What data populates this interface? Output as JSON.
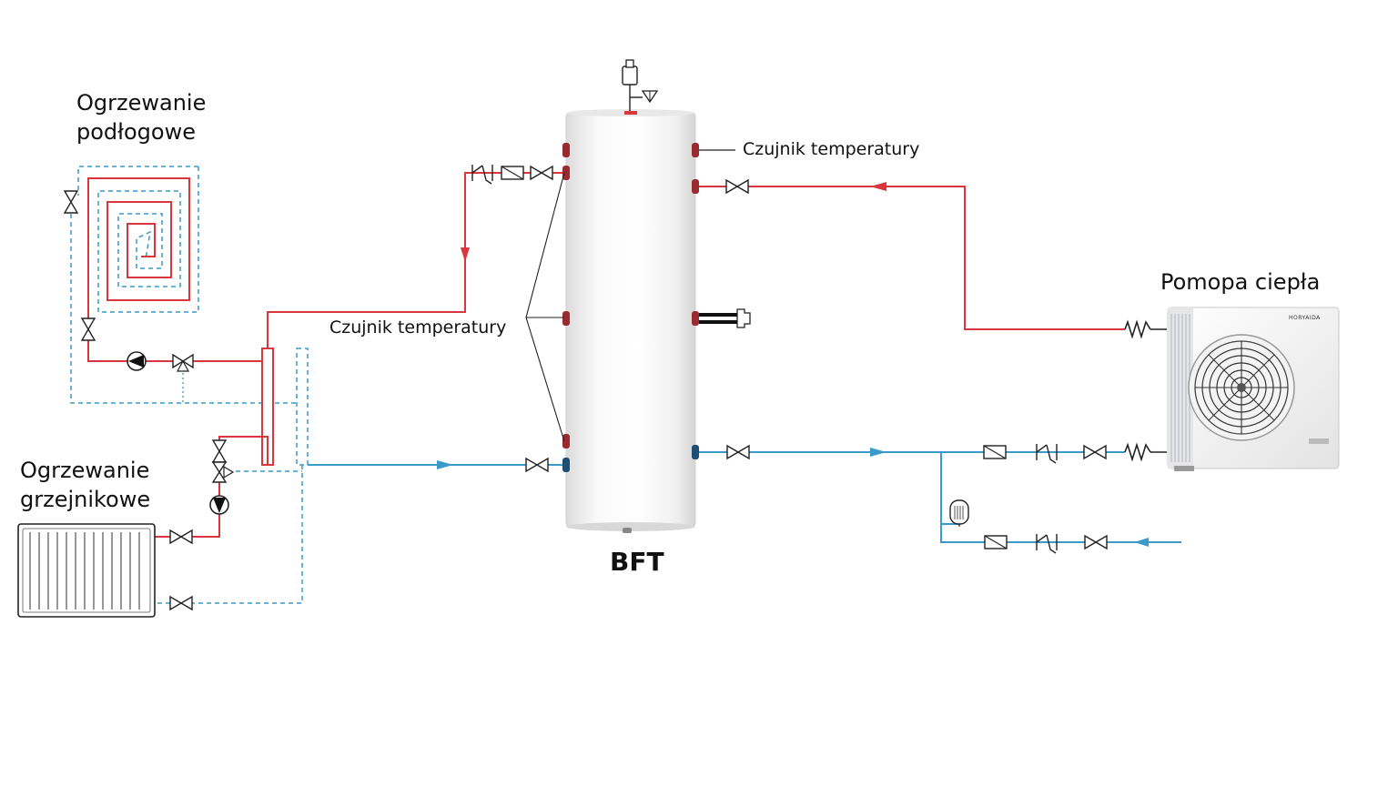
{
  "labels": {
    "floor_heating_line1": "Ogrzewanie",
    "floor_heating_line2": "podłogowe",
    "radiator_heating_line1": "Ogrzewanie",
    "radiator_heating_line2": "grzejnikowe",
    "sensor_top": "Czujnik temperatury",
    "sensor_left": "Czujnik temperatury",
    "tank_name": "BFT",
    "heat_pump": "Pomopa ciepła",
    "heat_pump_brand": "HORYAIDA"
  },
  "colors": {
    "hot_pipe": "#d9363e",
    "cold_pipe": "#3a9ac9",
    "outline": "#222222",
    "tank_body": "#f2f2f2"
  },
  "icons": [
    "gate-valve-icon",
    "pump-icon",
    "three-way-valve-icon",
    "filter-icon",
    "check-valve-icon",
    "flexible-hose-icon",
    "expansion-vessel-icon",
    "air-vent-icon",
    "safety-valve-icon",
    "heating-element-icon",
    "radiator-icon",
    "floor-heating-coil-icon",
    "heat-pump-unit-icon",
    "flow-arrow-icon"
  ]
}
